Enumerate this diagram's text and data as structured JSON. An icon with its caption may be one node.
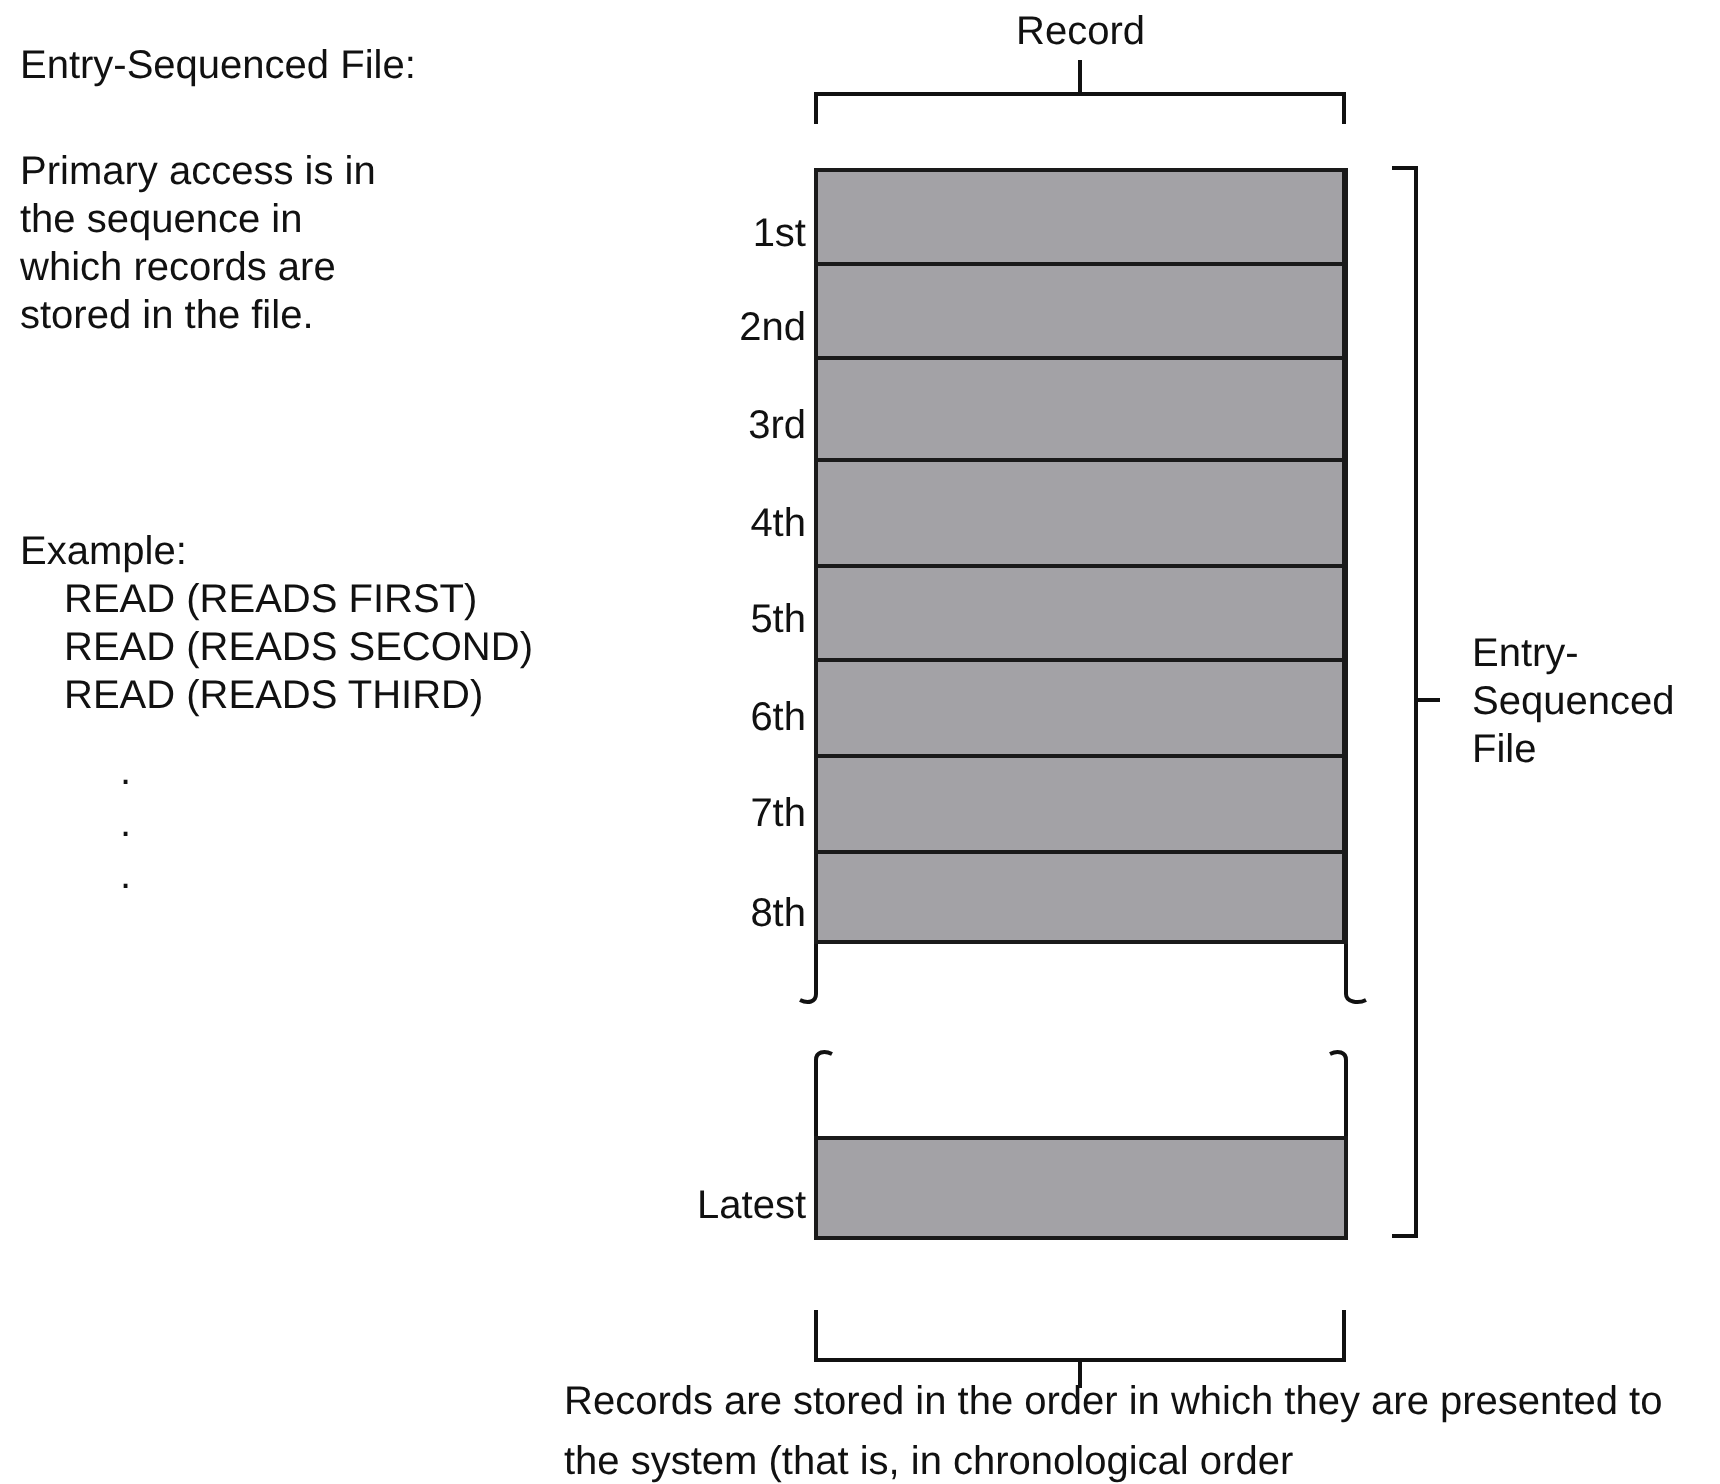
{
  "diagram": {
    "nodes": [
      {
        "text": [],
        "shape": "box",
        "beside": [
          "1st"
        ]
      },
      {
        "text": [],
        "shape": "box",
        "beside": [
          "2nd"
        ]
      },
      {
        "text": [],
        "shape": "box",
        "beside": [
          "3rd"
        ]
      },
      {
        "text": [],
        "shape": "box",
        "beside": [
          "4th"
        ]
      },
      {
        "text": [],
        "shape": "box",
        "beside": [
          "5th"
        ]
      },
      {
        "text": [],
        "shape": "box",
        "beside": [
          "6th"
        ]
      },
      {
        "text": [],
        "shape": "box",
        "beside": [
          "7th"
        ]
      },
      {
        "text": [],
        "shape": "box",
        "beside": [
          "8th"
        ]
      },
      {
        "text": [],
        "shape": "box",
        "beside": [
          "Latest"
        ]
      }
    ],
    "labels": [
      "Entry-Sequenced File:",
      "Primary access is in the sequence in which records are stored in the file.",
      "Example:",
      "READ (READS FIRST)",
      "READ (READS SECOND)",
      "READ (READS THIRD)",
      ".",
      ".",
      ".",
      "Record",
      "Entry- Sequenced File",
      "Records are stored in the order in which they are presented to the system (that is, in chronological order"
    ]
  }
}
